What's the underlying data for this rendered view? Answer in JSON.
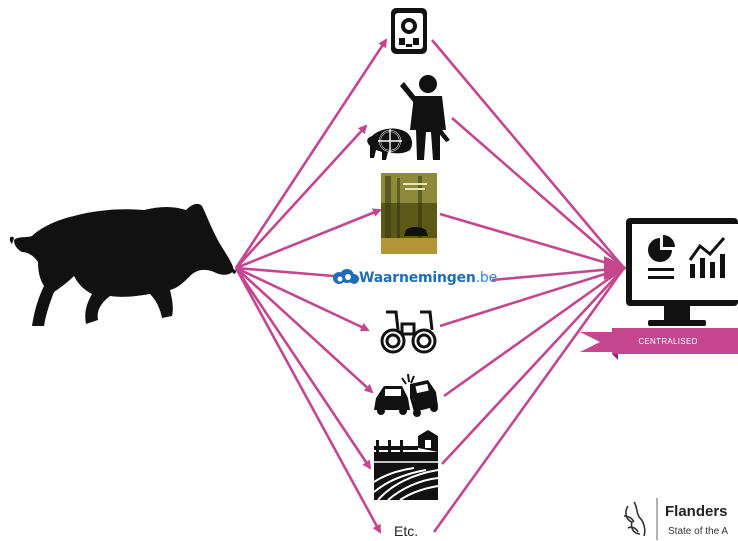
{
  "colors": {
    "arrow": "#c4468f",
    "icon": "#111111",
    "brand_blue": "#1e6db7",
    "ribbon": "#c4468f"
  },
  "source": {
    "icon": "wild-boar-silhouette-icon"
  },
  "channels": [
    {
      "name": "camera-trap",
      "icon": "camera-trap-icon"
    },
    {
      "name": "hunter",
      "icon": "hunter-with-boar-icon"
    },
    {
      "name": "book",
      "icon": "book-cover-icon"
    },
    {
      "name": "waarnemingen",
      "icon": "waarnemingen-cloud-icon",
      "label_main": "Waarnemingen",
      "label_suffix": ".be"
    },
    {
      "name": "binoculars",
      "icon": "binoculars-icon"
    },
    {
      "name": "car-collision",
      "icon": "car-collision-icon"
    },
    {
      "name": "farm-field",
      "icon": "farm-field-icon"
    },
    {
      "name": "etc",
      "label": "Etc."
    }
  ],
  "target": {
    "icon": "monitor-dashboard-icon",
    "ribbon_label": "CENTRALISED"
  },
  "logo": {
    "icon": "flanders-lion-logo-icon",
    "name": "Flanders",
    "subtitle": "State of the A"
  }
}
